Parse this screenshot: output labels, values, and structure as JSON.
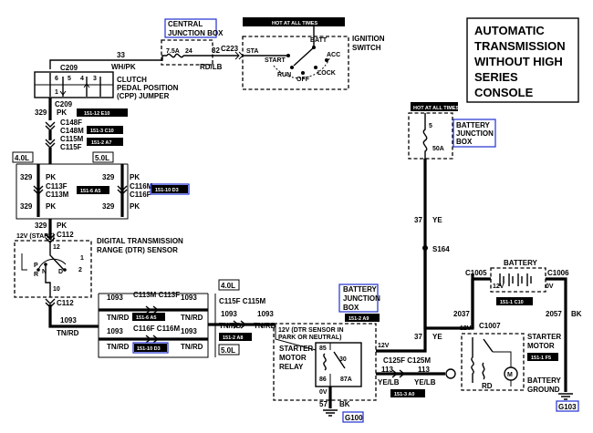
{
  "title": [
    "AUTOMATIC",
    "TRANSMISSION",
    "WITHOUT HIGH",
    "SERIES",
    "CONSOLE"
  ],
  "hot_at_all_times": "HOT AT ALL TIMES",
  "components": {
    "central_junction_box": [
      "CENTRAL",
      "JUNCTION BOX"
    ],
    "ignition_switch": [
      "IGNITION",
      "SWITCH"
    ],
    "cpp_jumper": [
      "CLUTCH",
      "PEDAL POSITION",
      "(CPP) JUMPER"
    ],
    "battery_junction_box_top": [
      "BATTERY",
      "JUNCTION",
      "BOX"
    ],
    "battery_junction_box_mid": [
      "BATTERY",
      "JUNCTION",
      "BOX"
    ],
    "dtr_sensor": [
      "DIGITAL TRANSMISSION",
      "RANGE (DTR) SENSOR"
    ],
    "starter_motor_relay": [
      "STARTER",
      "MOTOR",
      "RELAY"
    ],
    "relay_note": [
      "12V (DTR SENSOR IN",
      "PARK OR NEUTRAL)"
    ],
    "battery": "BATTERY",
    "starter_motor": [
      "STARTER",
      "MOTOR"
    ],
    "battery_ground": [
      "BATTERY",
      "GROUND"
    ]
  },
  "switch_positions": {
    "sta": "STA",
    "start": "START",
    "batt": "BATT",
    "acc": "ACC",
    "run": "RUN",
    "off": "OFF",
    "lock": "LOCK"
  },
  "fuse": {
    "rating": "7.5A",
    "number": "24",
    "big_rating": "50A",
    "big_pin": "5"
  },
  "wires": {
    "w33": "33",
    "w32": "32",
    "w329": "329",
    "w37": "37",
    "w1093": "1093",
    "w113": "113",
    "w57": "57",
    "w2037": "2037",
    "w2057": "2057",
    "whpk": "WH/PK",
    "rdlb": "RD/LB",
    "pk": "PK",
    "tnrd": "TN/RD",
    "ye": "YE",
    "yelb": "YE/LB",
    "bk": "BK",
    "rd": "RD"
  },
  "connectors": {
    "c223": "C223",
    "c209": "C209",
    "c148f": "C148F",
    "c148m": "C148M",
    "c115m": "C115M",
    "c115f": "C115F",
    "c113f": "C113F",
    "c113m": "C113M",
    "c116m": "C116M",
    "c116f": "C116F",
    "c112": "C112",
    "c115f_c115m": "C115F C115M",
    "c113m_c113f": "C113M C113F",
    "c116f_c116m": "C116F C116M",
    "c125f_c125m": "C125F C125M",
    "c1005": "C1005",
    "c1006": "C1006",
    "c1007": "C1007",
    "s164": "S164",
    "g100": "G100",
    "g103": "G103"
  },
  "engine": {
    "e40": "4.0L",
    "e50": "5.0L"
  },
  "refs": {
    "r_151_12_e10": "151-12 E10",
    "r_151_3_c10": "151-3 C10",
    "r_151_2_a7": "151-2 A7",
    "r_151_6_a5": "151-6 A5",
    "r_151_10_d3": "151-10 D3",
    "r_151_2_a9": "151-2 A9",
    "r_151_2_a8": "151-2 A8",
    "r_151_3_a0": "151-3 A0",
    "r_151_1_c10": "151-1 C10",
    "r_151_1_f5": "151-1 F5"
  },
  "pins": {
    "p1": "1",
    "p2": "2",
    "p3": "3",
    "p4": "4",
    "p5": "5",
    "p6": "6",
    "p10": "10",
    "p12": "12",
    "p85": "85",
    "p86": "86",
    "p30": "30",
    "p87a": "87A"
  },
  "voltages": {
    "v12start": "12V (START)",
    "v12": "12V",
    "v0": "0V"
  },
  "gear": {
    "p": "P",
    "r": "R",
    "n": "N",
    "d": "D"
  },
  "colors": {
    "ink": "#000000",
    "highlight_box": "#1f2fd0",
    "ref_badge": "#000000"
  }
}
